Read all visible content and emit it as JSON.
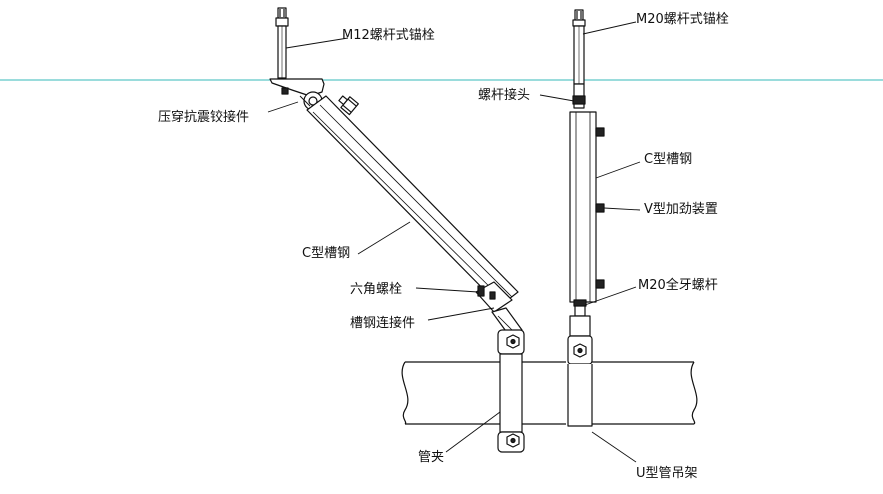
{
  "labels": {
    "anchor_m12": "M12螺杆式锚栓",
    "anchor_m20": "M20螺杆式锚栓",
    "rod_connector": "螺杆接头",
    "seismic_hinge": "压穿抗震铰接件",
    "c_channel_left": "C型槽钢",
    "c_channel_right": "C型槽钢",
    "v_stiffener": "V型加劲装置",
    "hex_bolt": "六角螺栓",
    "threaded_rod_m20": "M20全牙螺杆",
    "channel_connector": "槽钢连接件",
    "pipe_clamp": "管夹",
    "u_hanger": "U型管吊架"
  },
  "colors": {
    "line": "#111111",
    "ceiling": "#5ec8c8",
    "fill_dark": "#222222",
    "fill_light": "#ffffff"
  }
}
